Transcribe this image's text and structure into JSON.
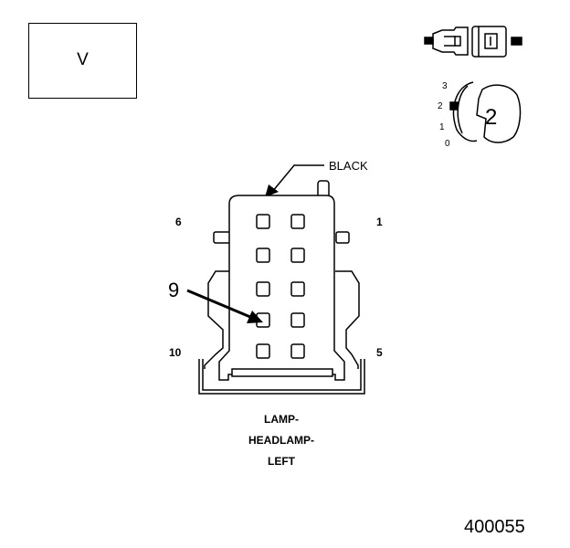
{
  "view_box": {
    "label": "V"
  },
  "connector": {
    "color_label": "BLACK",
    "pin_labels": {
      "top_left": "6",
      "top_right": "1",
      "bottom_left": "10",
      "bottom_right": "5"
    },
    "callout_pin": "9",
    "caption": [
      "LAMP-",
      "HEADLAMP-",
      "LEFT"
    ]
  },
  "inset": {
    "position_labels": [
      "3",
      "2",
      "1",
      "0"
    ],
    "view_number": "2"
  },
  "diagram_id": "400055"
}
